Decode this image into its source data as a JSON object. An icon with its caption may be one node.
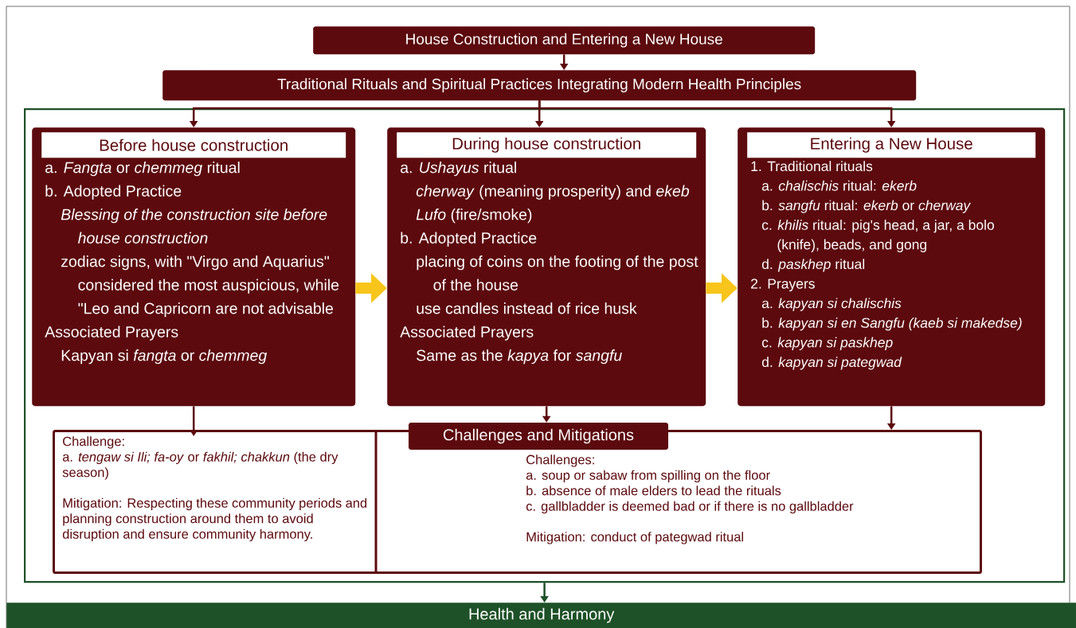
{
  "diagram": {
    "nodes": [
      {
        "text": [
          "House Construction and Entering a New House"
        ]
      },
      {
        "text": [
          "Traditional Rituals and Spiritual Practices Integrating Modern Health Principles"
        ]
      },
      {
        "text": [],
        "shape": "box"
      },
      {
        "text": [
          "Before house construction",
          "a. *Fangta* or *chemmeg* ritual",
          "b. Adopted Practice",
          "Blessing of the construction site before house construction",
          "zodiac signs, with \"Virgo and Aquarius\" considered the most auspicious, while \"Leo and Capricorn are not advisable",
          "Associated Prayers",
          "Kapyan si *fangta* or *chemmeg*"
        ],
        "in": 2
      },
      {
        "text": [
          "During house construction",
          "a. *Ushayus* ritual",
          "*cherway* (meaning prosperity) and *ekeb*",
          "*Lufo* (fire/smoke)",
          "b. Adopted Practice",
          "placing of coins on the footing of the post of the house",
          "use candles instead of rice husk",
          "Associated Prayers",
          "Same as the *kapya* for *sangfu*"
        ],
        "in": 2
      },
      {
        "text": [
          "Entering a New House",
          "1. Traditional rituals",
          "a. *chalischis* ritual: *ekerb*",
          "b. *sangfu* ritual: *ekerb* or *cherway*",
          "c. *khilis* ritual: pig's head, a jar, a bolo (knife), beads, and gong",
          "d. *paskhep* ritual",
          "2. Prayers",
          "a. *kapyan si chalischis*",
          "b. *kapyan si en Sangfu (kaeb si makedse)*",
          "c. *kapyan si paskhep*",
          "d. *kapyan si pategwad*"
        ],
        "in": 2
      },
      {
        "text": [
          "Challenges and Mitigations"
        ],
        "in": 2
      },
      {
        "text": [
          "Challenge:",
          "a. *tengaw si Ili; fa-oy* or *fakhil; chakkun* (the dry season)",
          "Mitigation: Respecting these community periods and planning construction around them to avoid disruption and ensure community harmony."
        ],
        "in": 6
      },
      {
        "text": [
          "Challenges:",
          "a. soup or sabaw from spilling on the floor",
          "b. absence of male elders to lead the rituals",
          "c. gallbladder is deemed bad or if there is no gallbladder",
          "Mitigation: conduct of pategwad ritual"
        ],
        "in": 6
      },
      {
        "text": [
          "Health and Harmony"
        ]
      }
    ],
    "edges": [
      {
        "from": 0,
        "to": 1,
        "arrow": "to"
      },
      {
        "from": 1,
        "to": 3,
        "arrow": "to"
      },
      {
        "from": 1,
        "to": 4,
        "arrow": "to"
      },
      {
        "from": 1,
        "to": 5,
        "arrow": "to"
      },
      {
        "from": 3,
        "to": 4,
        "arrow": "to",
        "style": "thick",
        "color": "#f7c51b"
      },
      {
        "from": 4,
        "to": 5,
        "arrow": "to",
        "style": "thick",
        "color": "#f7c51b"
      },
      {
        "from": 3,
        "to": 7,
        "arrow": "to"
      },
      {
        "from": 4,
        "to": 6,
        "arrow": "to"
      },
      {
        "from": 5,
        "to": 6,
        "arrow": "to"
      },
      {
        "from": 2,
        "to": 9,
        "arrow": "to",
        "color": "#1e5128"
      }
    ]
  }
}
